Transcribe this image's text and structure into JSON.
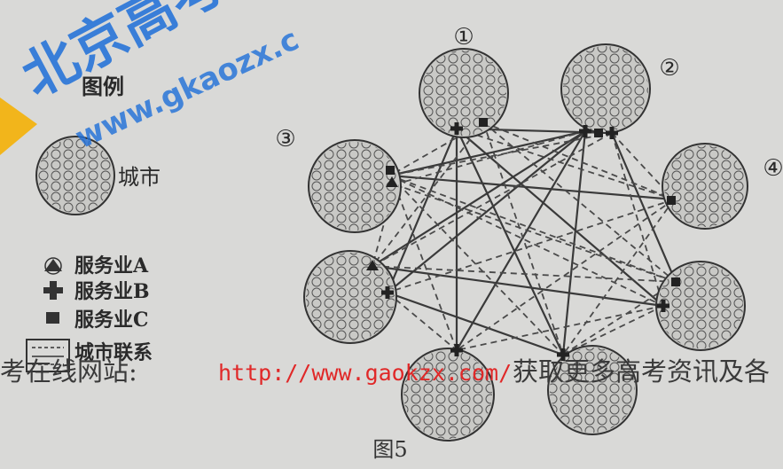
{
  "legend": {
    "title": "图例",
    "city_label": "城市",
    "service_a": "服务业A",
    "service_b": "服务业B",
    "service_c": "服务业C",
    "city_link": "城市联系"
  },
  "city_labels": [
    "①",
    "②",
    "③",
    "④"
  ],
  "caption": "图5",
  "watermark": {
    "logo_text": "北京高考",
    "site_text": "www.gkaozx.c",
    "banner_prefix": "考在线网站:",
    "banner_url": "http://www.gaokzx.com/",
    "banner_suffix": "获取更多高考资讯及各"
  },
  "colors": {
    "background": "#d9d9d7",
    "ink": "#2a2a2a",
    "watermark_blue": "#1e6fd9",
    "watermark_yellow": "#f2b51b",
    "url_red": "#e02828"
  }
}
